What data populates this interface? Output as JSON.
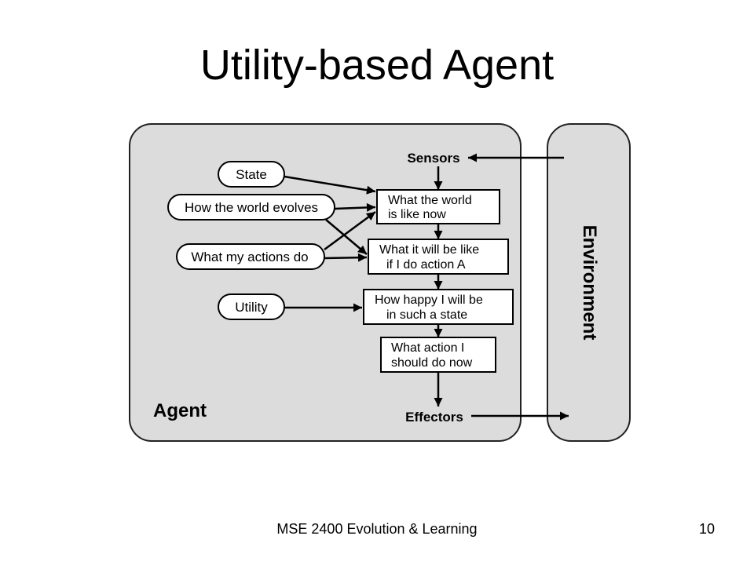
{
  "title": "Utility-based Agent",
  "diagram": {
    "agent_label": "Agent",
    "environment_label": "Environment",
    "sensors_label": "Sensors",
    "effectors_label": "Effectors",
    "ovals": {
      "state": "State",
      "world_evolves": "How the world evolves",
      "actions_do": "What my actions do",
      "utility": "Utility"
    },
    "boxes": {
      "world_now": [
        "What the world",
        "is like now"
      ],
      "after_action": [
        "What it will be like",
        "if I do action A"
      ],
      "happiness": [
        "How happy I will be",
        "in such a state"
      ],
      "action": [
        "What action I",
        "should do now"
      ]
    },
    "colors": {
      "panel_fill": "#dcdcdc",
      "panel_stroke": "#222222",
      "box_fill": "#ffffff",
      "arrow": "#000000"
    }
  },
  "footer": {
    "course": "MSE 2400 Evolution & Learning",
    "page_number": "10"
  }
}
